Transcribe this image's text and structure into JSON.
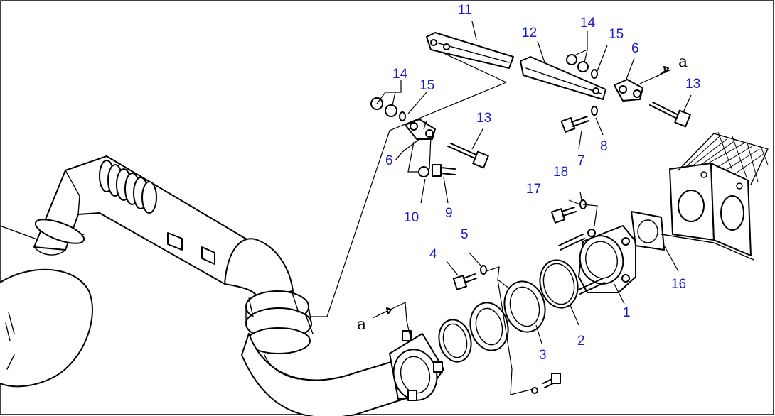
{
  "callouts": [
    {
      "id": "c11",
      "text": "11"
    },
    {
      "id": "c12",
      "text": "12"
    },
    {
      "id": "c14a",
      "text": "14"
    },
    {
      "id": "c15a",
      "text": "15"
    },
    {
      "id": "c6a",
      "text": "6"
    },
    {
      "id": "c13a",
      "text": "13"
    },
    {
      "id": "c14b",
      "text": "14"
    },
    {
      "id": "c15b",
      "text": "15"
    },
    {
      "id": "c13b",
      "text": "13"
    },
    {
      "id": "c6b",
      "text": "6"
    },
    {
      "id": "c7",
      "text": "7"
    },
    {
      "id": "c8",
      "text": "8"
    },
    {
      "id": "c18",
      "text": "18"
    },
    {
      "id": "c17",
      "text": "17"
    },
    {
      "id": "c10",
      "text": "10"
    },
    {
      "id": "c9",
      "text": "9"
    },
    {
      "id": "c5",
      "text": "5"
    },
    {
      "id": "c4",
      "text": "4"
    },
    {
      "id": "c16",
      "text": "16"
    },
    {
      "id": "c1",
      "text": "1"
    },
    {
      "id": "c2",
      "text": "2"
    },
    {
      "id": "c3",
      "text": "3"
    }
  ],
  "references": [
    {
      "id": "ref_upper",
      "text": "a"
    },
    {
      "id": "ref_lower",
      "text": "a"
    }
  ]
}
